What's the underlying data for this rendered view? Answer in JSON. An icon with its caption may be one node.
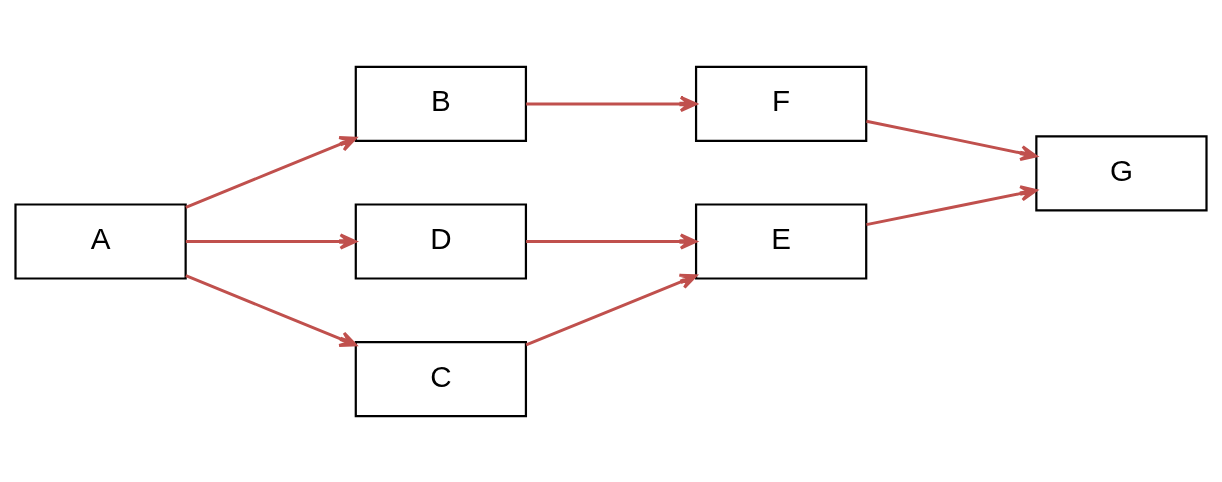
{
  "diagram": {
    "nodes": [
      {
        "text": [
          "A"
        ]
      },
      {
        "text": [
          "B"
        ]
      },
      {
        "text": [
          "D"
        ]
      },
      {
        "text": [
          "C"
        ]
      },
      {
        "text": [
          "F"
        ]
      },
      {
        "text": [
          "E"
        ]
      },
      {
        "text": [
          "G"
        ]
      }
    ],
    "edges": [
      {
        "from": 0,
        "to": 1,
        "arrow": "to"
      },
      {
        "from": 0,
        "to": 2,
        "arrow": "to"
      },
      {
        "from": 0,
        "to": 3,
        "arrow": "to"
      },
      {
        "from": 1,
        "to": 4,
        "arrow": "to"
      },
      {
        "from": 2,
        "to": 5,
        "arrow": "to"
      },
      {
        "from": 3,
        "to": 5,
        "arrow": "to"
      },
      {
        "from": 4,
        "to": 6,
        "arrow": "to"
      },
      {
        "from": 5,
        "to": 6,
        "arrow": "to"
      }
    ]
  }
}
